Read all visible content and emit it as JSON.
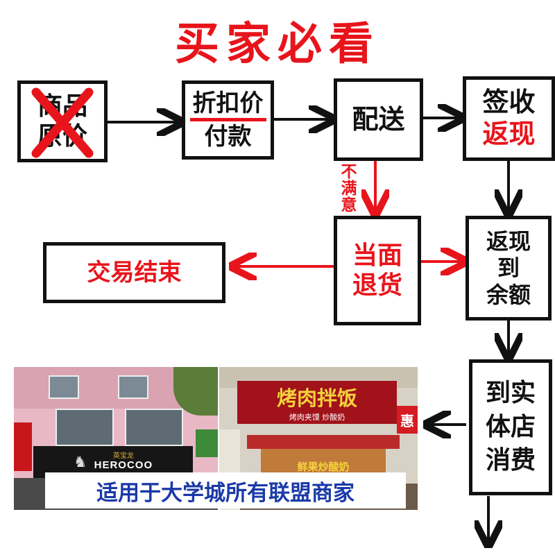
{
  "title": "买家必看",
  "boxes": {
    "original_price": {
      "line1": "商品",
      "line2": "原价"
    },
    "discount_pay": {
      "line1": "折扣价",
      "line2": "付款"
    },
    "delivery": {
      "line1": "配送"
    },
    "sign_cashback": {
      "line1": "签收",
      "line2": "返现"
    },
    "deal_end": {
      "line1": "交易结束"
    },
    "return_goods": {
      "line1": "当面",
      "line2": "退货"
    },
    "cashback_balance": {
      "line1": "返现",
      "line2": "到",
      "line3": "余额"
    },
    "store_spend": {
      "line1": "到实",
      "line2": "体店",
      "line3": "消费"
    }
  },
  "labels": {
    "not_satisfied": [
      "不",
      "满",
      "意"
    ]
  },
  "photos": {
    "left_store_sign": "HEROCOO",
    "left_store_sign_cn": "英宝龙",
    "right_store_sign": "烤肉拌饭",
    "right_store_sub": "烤肉夹馍 炒酸奶",
    "right_store_side": "惠",
    "right_store_lower": "鲜果炒酸奶",
    "caption": "适用于大学城所有联盟商家"
  },
  "colors": {
    "accent": "#e8141b",
    "caption_blue": "#1b3aa8"
  }
}
